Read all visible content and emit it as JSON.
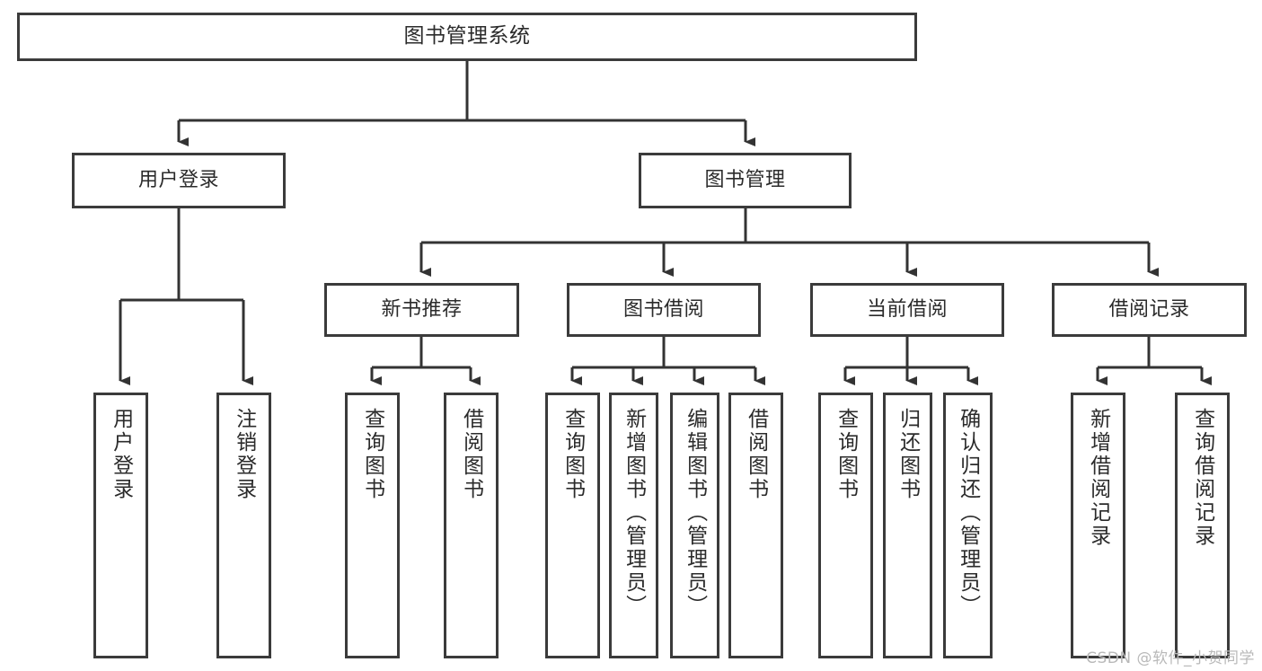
{
  "diagram": {
    "type": "tree",
    "title": "图书管理系统",
    "orientation": "top-down",
    "colors": {
      "box_border": "#3b3b3b",
      "box_fill": "#ffffff",
      "text": "#2b2b2b",
      "connector": "#333333",
      "watermark": "#b9b9b9"
    },
    "root": {
      "label": "图书管理系统"
    },
    "level1": [
      {
        "label": "用户登录"
      },
      {
        "label": "图书管理"
      }
    ],
    "level2": [
      {
        "label": "新书推荐"
      },
      {
        "label": "图书借阅"
      },
      {
        "label": "当前借阅"
      },
      {
        "label": "借阅记录"
      }
    ],
    "leaves": {
      "user_login": [
        {
          "label": "用户登录"
        },
        {
          "label": "注销登录"
        }
      ],
      "new_book_recommend": [
        {
          "label": "查询图书"
        },
        {
          "label": "借阅图书"
        }
      ],
      "book_borrow": [
        {
          "label": "查询图书"
        },
        {
          "label": "新增图书（管理员）"
        },
        {
          "label": "编辑图书（管理员）"
        },
        {
          "label": "借阅图书"
        }
      ],
      "current_borrow": [
        {
          "label": "查询图书"
        },
        {
          "label": "归还图书"
        },
        {
          "label": "确认归还（管理员）"
        }
      ],
      "borrow_record": [
        {
          "label": "新增借阅记录"
        },
        {
          "label": "查询借阅记录"
        }
      ]
    }
  },
  "watermark": {
    "text": "CSDN @软件_小贺同学"
  }
}
